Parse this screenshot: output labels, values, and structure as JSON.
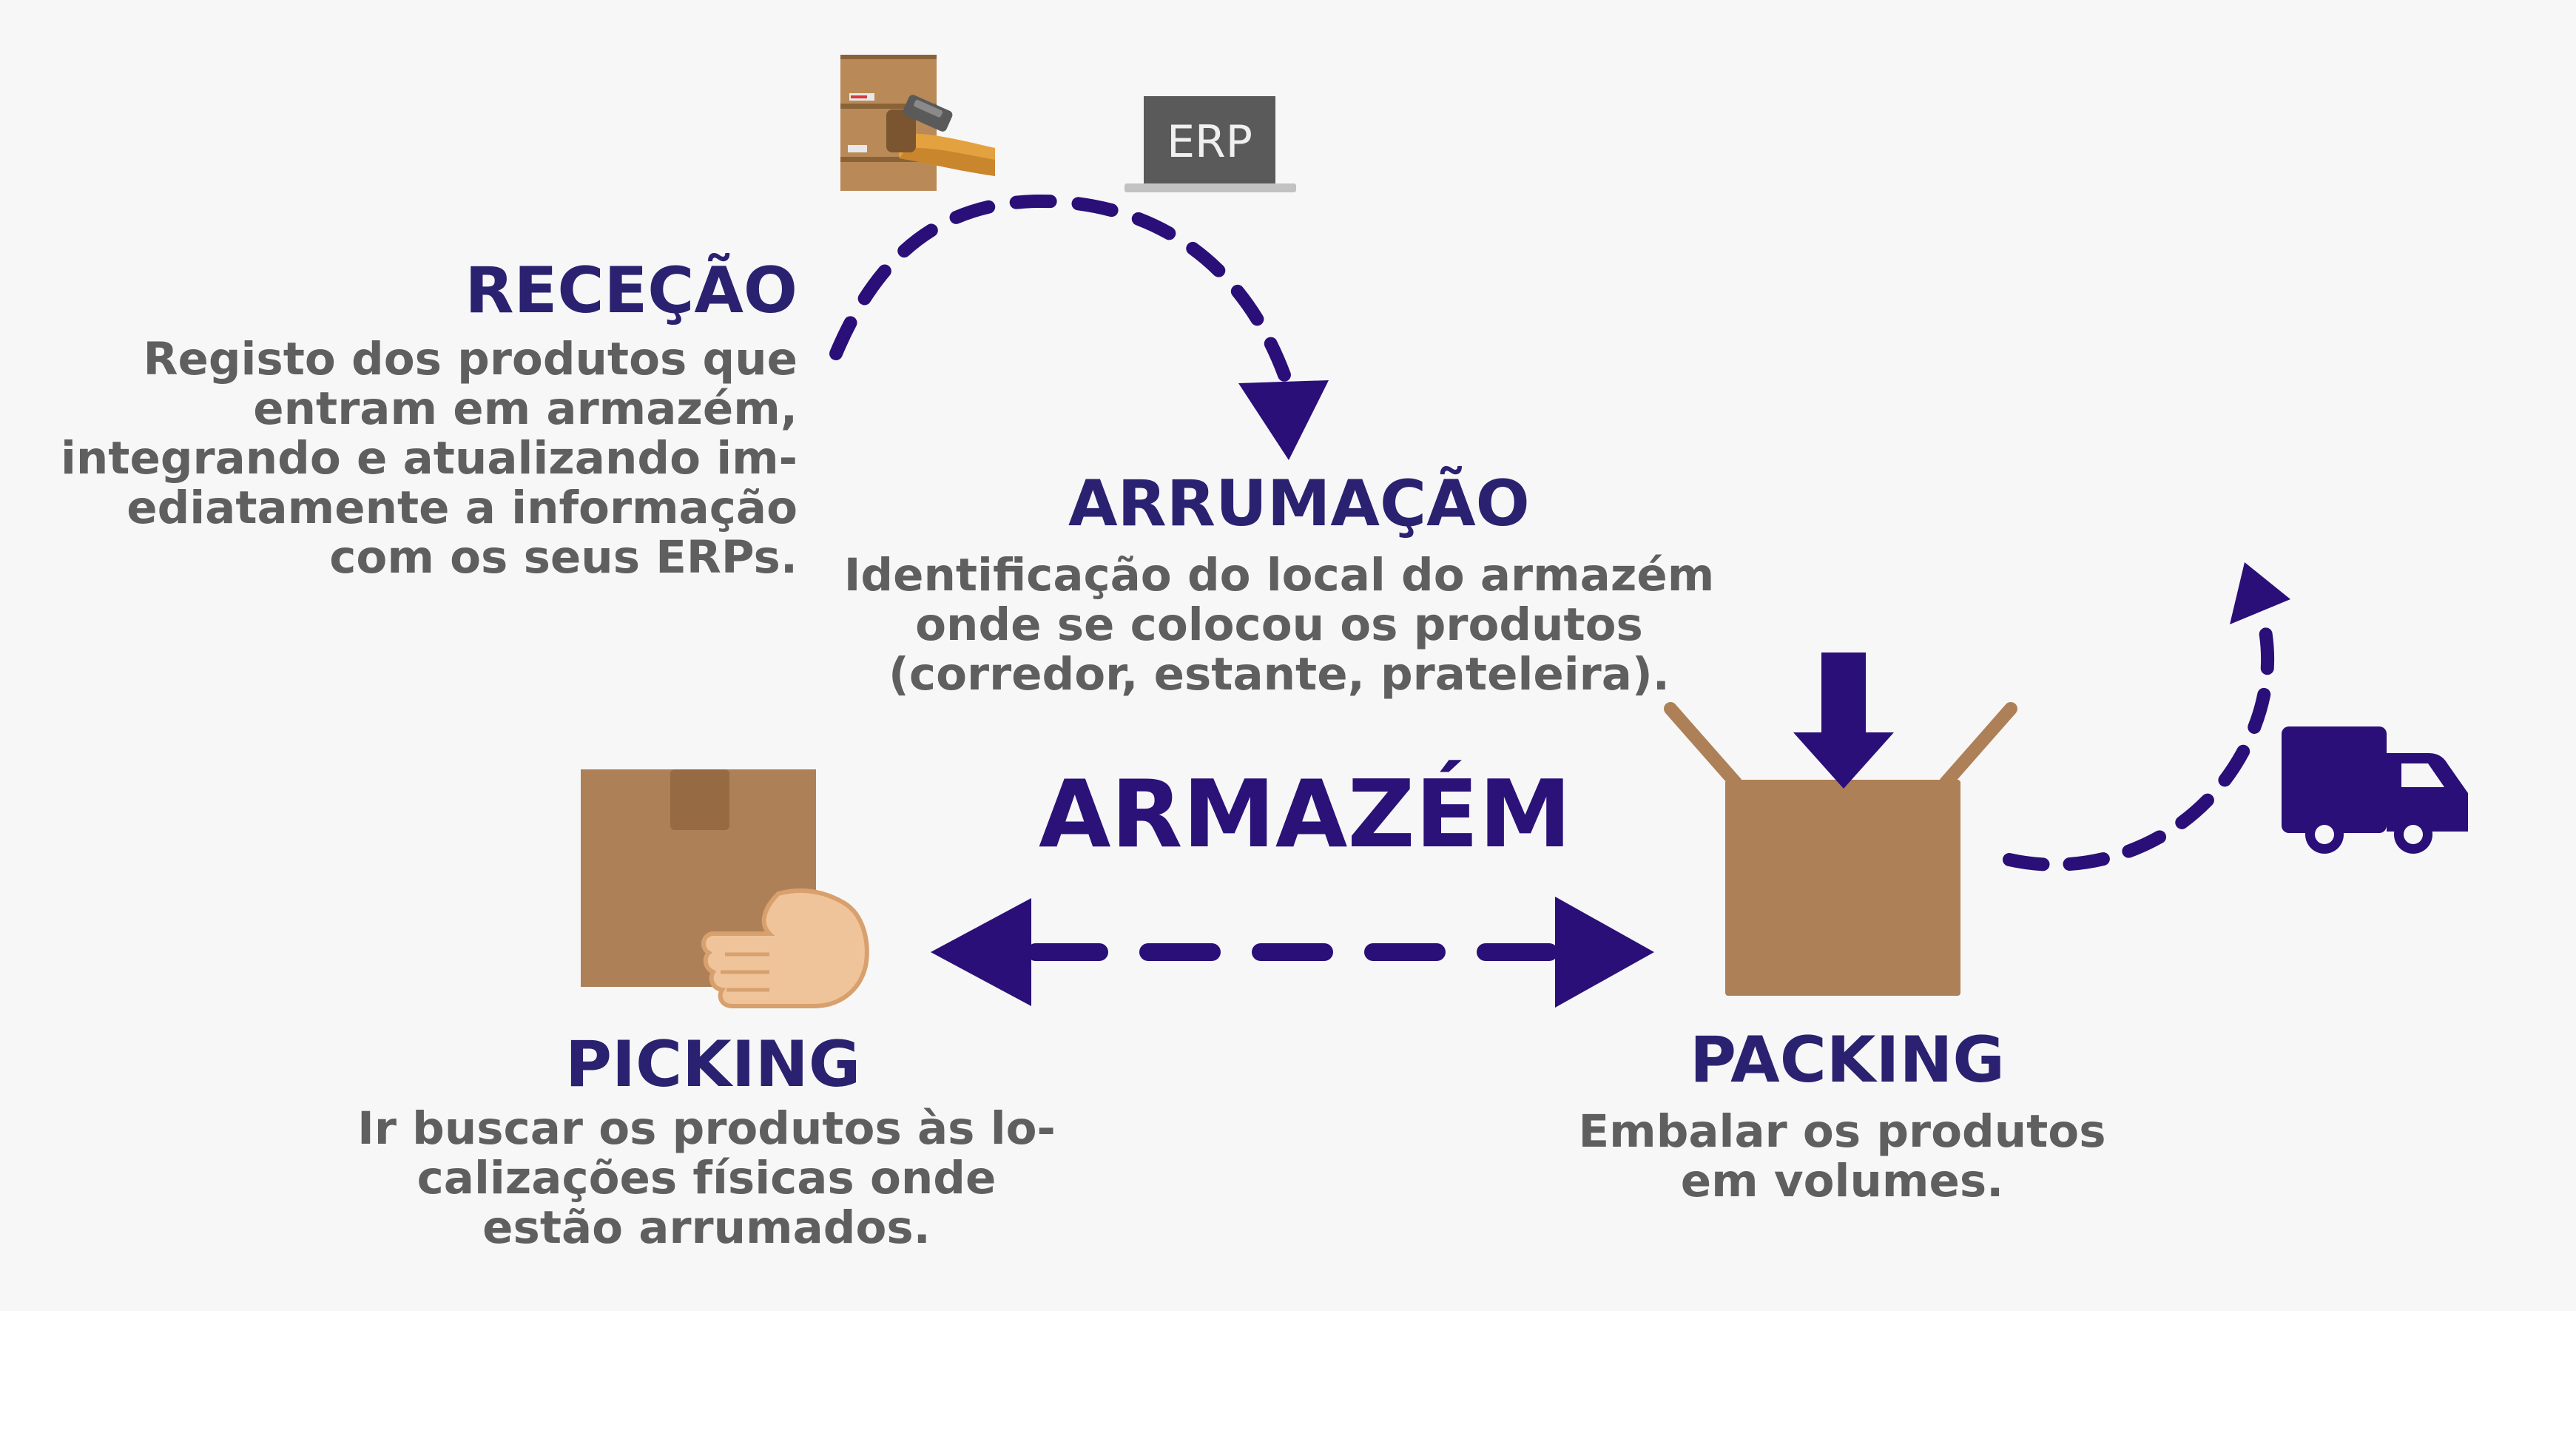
{
  "center": {
    "label": "ARMAZÉM"
  },
  "stages": {
    "rececao": {
      "title": "RECEÇÃO",
      "description": "Registo dos produtos que\nentram em armazém,\nintegrando e atualizando im-\nediatamente a informação\ncom os seus ERPs."
    },
    "arrumacao": {
      "title": "ARRUMAÇÃO",
      "description": "Identificação do local do armazém\nonde se colocou os produtos\n(corredor, estante, prateleira)."
    },
    "picking": {
      "title": "PICKING",
      "description": "Ir buscar os produtos às lo-\ncalizações físicas onde\nestão arrumados."
    },
    "packing": {
      "title": "PACKING",
      "description": "Embalar os produtos\nem volumes."
    }
  },
  "erp_icon": {
    "label": "ERP"
  },
  "icons": [
    "shelves-scanner-icon",
    "erp-laptop-icon",
    "box-hand-icon",
    "open-box-icon",
    "delivery-truck-icon"
  ],
  "colors": {
    "arrow": "#2a0f78",
    "title": "#2a2270",
    "text": "#5f5f5f",
    "box": "#ad8058",
    "background": "#f7f7f7"
  }
}
